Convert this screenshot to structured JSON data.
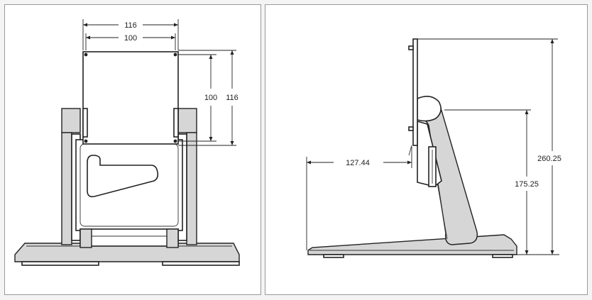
{
  "front_view": {
    "dim_width_outer": "116",
    "dim_width_inner": "100",
    "dim_height_inner": "100",
    "dim_height_outer": "116"
  },
  "side_view": {
    "dim_offset": "127.44",
    "dim_pivot_height": "175.25",
    "dim_total_height": "260.25"
  },
  "colors": {
    "line": "#222222",
    "body_fill": "#d6d6d6",
    "panel_border": "#9a9a9a"
  }
}
